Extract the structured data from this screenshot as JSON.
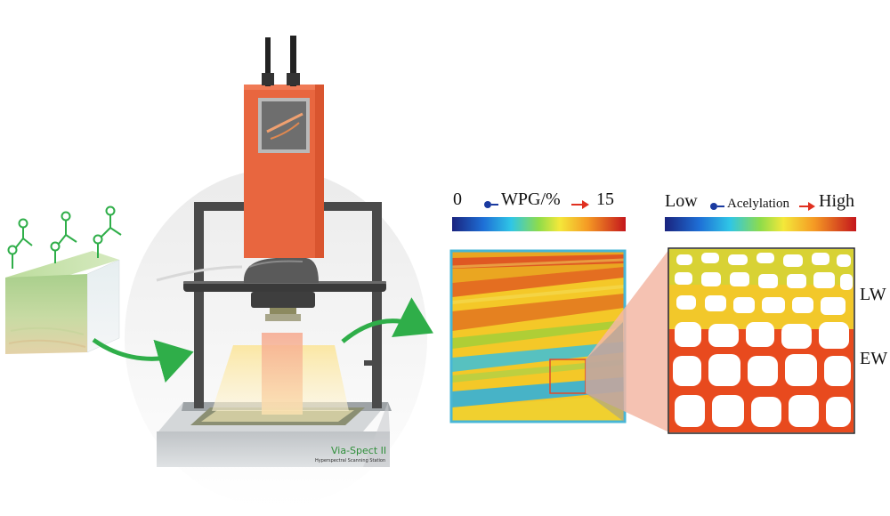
{
  "scanner": {
    "brand_name": "Via-Spect II",
    "subtitle": "Hyperspectral Scanning Station"
  },
  "wpg_bar": {
    "min_label": "0",
    "title": "WPG/%",
    "max_label": "15"
  },
  "acetylation_bar": {
    "min_label": "Low",
    "title": "Acelylation",
    "max_label": "High"
  },
  "zones": {
    "latewood": "LW",
    "earlywood": "EW"
  },
  "colors": {
    "scanner_body": "#e8663f",
    "frame": "#4a4a4a",
    "arrow": "#2fae49",
    "wood_block": "#a9cf8c",
    "wpg_border": "#47b6d6",
    "zoom_wedge": "#f3b7a4"
  }
}
